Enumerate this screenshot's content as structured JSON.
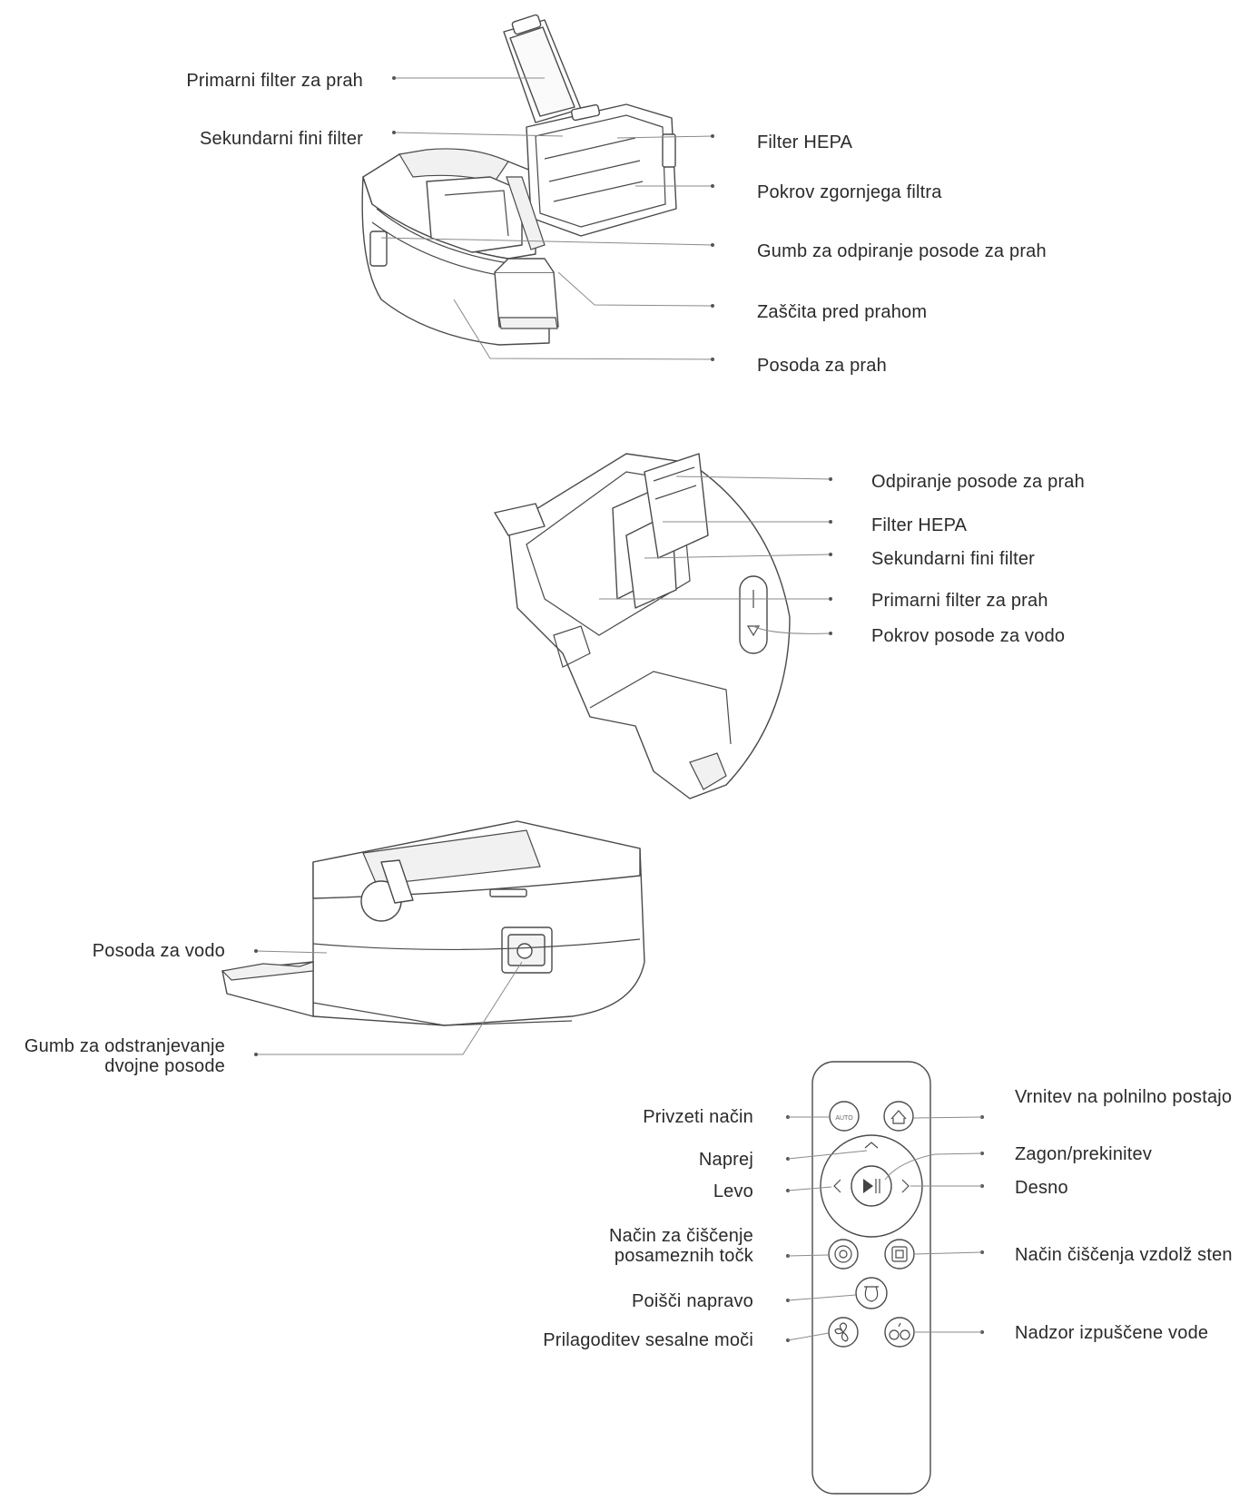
{
  "diagram1": {
    "primary_filter": "Primarni filter za prah",
    "secondary_filter": "Sekundarni fini filter",
    "hepa_filter": "Filter HEPA",
    "top_filter_cover": "Pokrov zgornjega filtra",
    "bin_open_button": "Gumb za odpiranje posode za prah",
    "dust_guard": "Zaščita pred prahom",
    "dust_bin": "Posoda za prah"
  },
  "diagram2": {
    "bin_opening": "Odpiranje posode za prah",
    "hepa_filter": "Filter HEPA",
    "secondary_filter": "Sekundarni fini filter",
    "primary_filter": "Primarni filter za prah",
    "water_tank_cover": "Pokrov posode za vodo"
  },
  "diagram3": {
    "water_tank": "Posoda za vodo",
    "dual_bin_release_line1": "Gumb za odstranjevanje",
    "dual_bin_release_line2": "dvojne posode"
  },
  "remote": {
    "default_mode": "Privzeti način",
    "forward": "Naprej",
    "left": "Levo",
    "spot_mode_line1": "Način za čiščenje",
    "spot_mode_line2": "posameznih točk",
    "find_device": "Poišči napravo",
    "suction_power": "Prilagoditev sesalne moči",
    "return_to_dock": "Vrnitev na polnilno postajo",
    "start_pause": "Zagon/prekinitev",
    "right": "Desno",
    "edge_mode": "Način čiščenja vzdolž sten",
    "water_control": "Nadzor izpuščene vode",
    "auto_button": "AUTO"
  }
}
